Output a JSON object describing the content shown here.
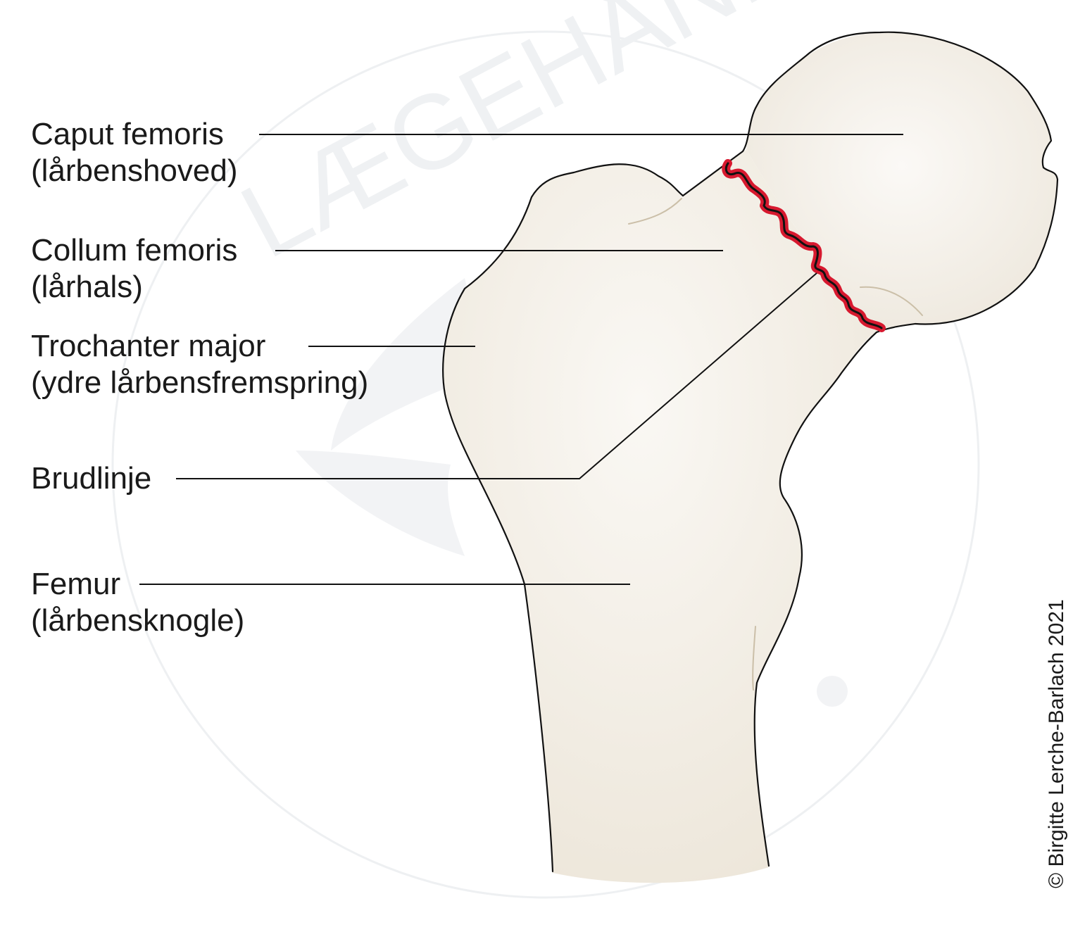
{
  "labels": {
    "caput": {
      "line1": "Caput femoris",
      "line2": "(lårbenshoved)"
    },
    "collum": {
      "line1": "Collum femoris",
      "line2": "(lårhals)"
    },
    "trochanter": {
      "line1": "Trochanter major",
      "line2": "(ydre lårbensfremspring)"
    },
    "brud": {
      "line1": "Brudlinje"
    },
    "femur": {
      "line1": "Femur",
      "line2": "(lårbensknogle)"
    }
  },
  "watermark": {
    "text": "LÆGEHÅNDBOGEN SUNDHED.DK"
  },
  "copyright": "© Birgitte Lerche-Barlach 2021",
  "colors": {
    "bone": "#efe9de",
    "bone_highlight": "#faf8f4",
    "outline": "#111111",
    "fracture": "#d7192f",
    "watermark": "#f0f1f3"
  }
}
